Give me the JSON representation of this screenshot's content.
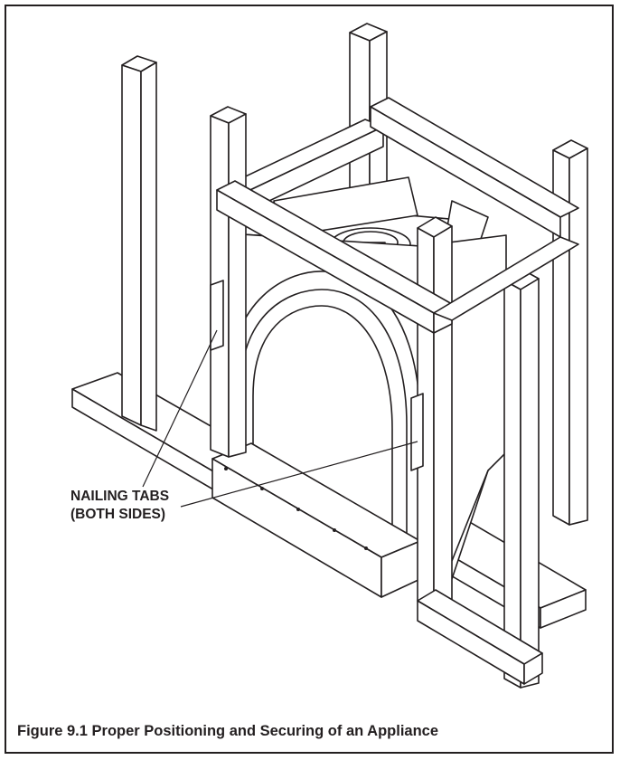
{
  "figure": {
    "callout_line1": "NAILING TABS",
    "callout_line2": "(BOTH SIDES)",
    "caption": "Figure 9.1  Proper Positioning and Securing of an Appliance"
  },
  "colors": {
    "line": "#231f20",
    "wood": "#ffffff",
    "metal": "#ffffff"
  }
}
